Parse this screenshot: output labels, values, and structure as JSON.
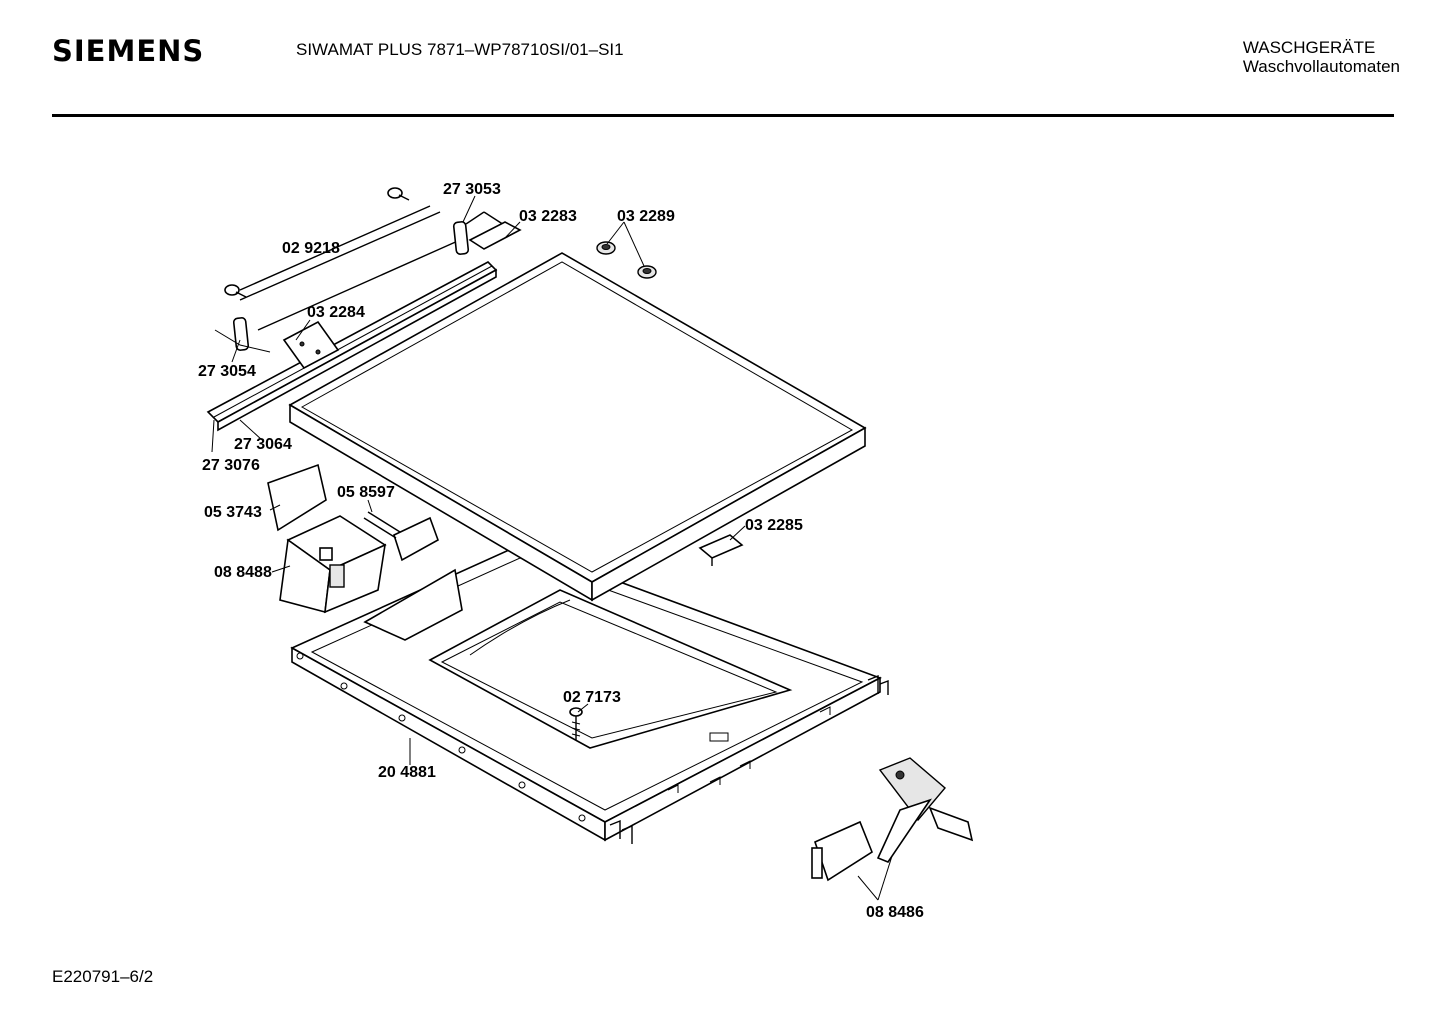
{
  "header": {
    "brand": "SIEMENS",
    "model": "SIWAMAT PLUS 7871–WP78710SI/01–SI1",
    "category_line1": "WASCHGERÄTE",
    "category_line2": "Waschvollautomaten"
  },
  "footer": {
    "code": "E220791–6/2"
  },
  "parts": [
    {
      "id": "part-273053",
      "label": "27 3053"
    },
    {
      "id": "part-032283",
      "label": "03 2283"
    },
    {
      "id": "part-032289",
      "label": "03 2289"
    },
    {
      "id": "part-029218",
      "label": "02 9218"
    },
    {
      "id": "part-032284",
      "label": "03 2284"
    },
    {
      "id": "part-273054",
      "label": "27 3054"
    },
    {
      "id": "part-273064",
      "label": "27 3064"
    },
    {
      "id": "part-273076",
      "label": "27 3076"
    },
    {
      "id": "part-053743",
      "label": "05 3743"
    },
    {
      "id": "part-058597",
      "label": "05 8597"
    },
    {
      "id": "part-088488",
      "label": "08 8488"
    },
    {
      "id": "part-032285",
      "label": "03 2285"
    },
    {
      "id": "part-027173",
      "label": "02 7173"
    },
    {
      "id": "part-204881",
      "label": "20 4881"
    },
    {
      "id": "part-088486",
      "label": "08 8486"
    }
  ]
}
